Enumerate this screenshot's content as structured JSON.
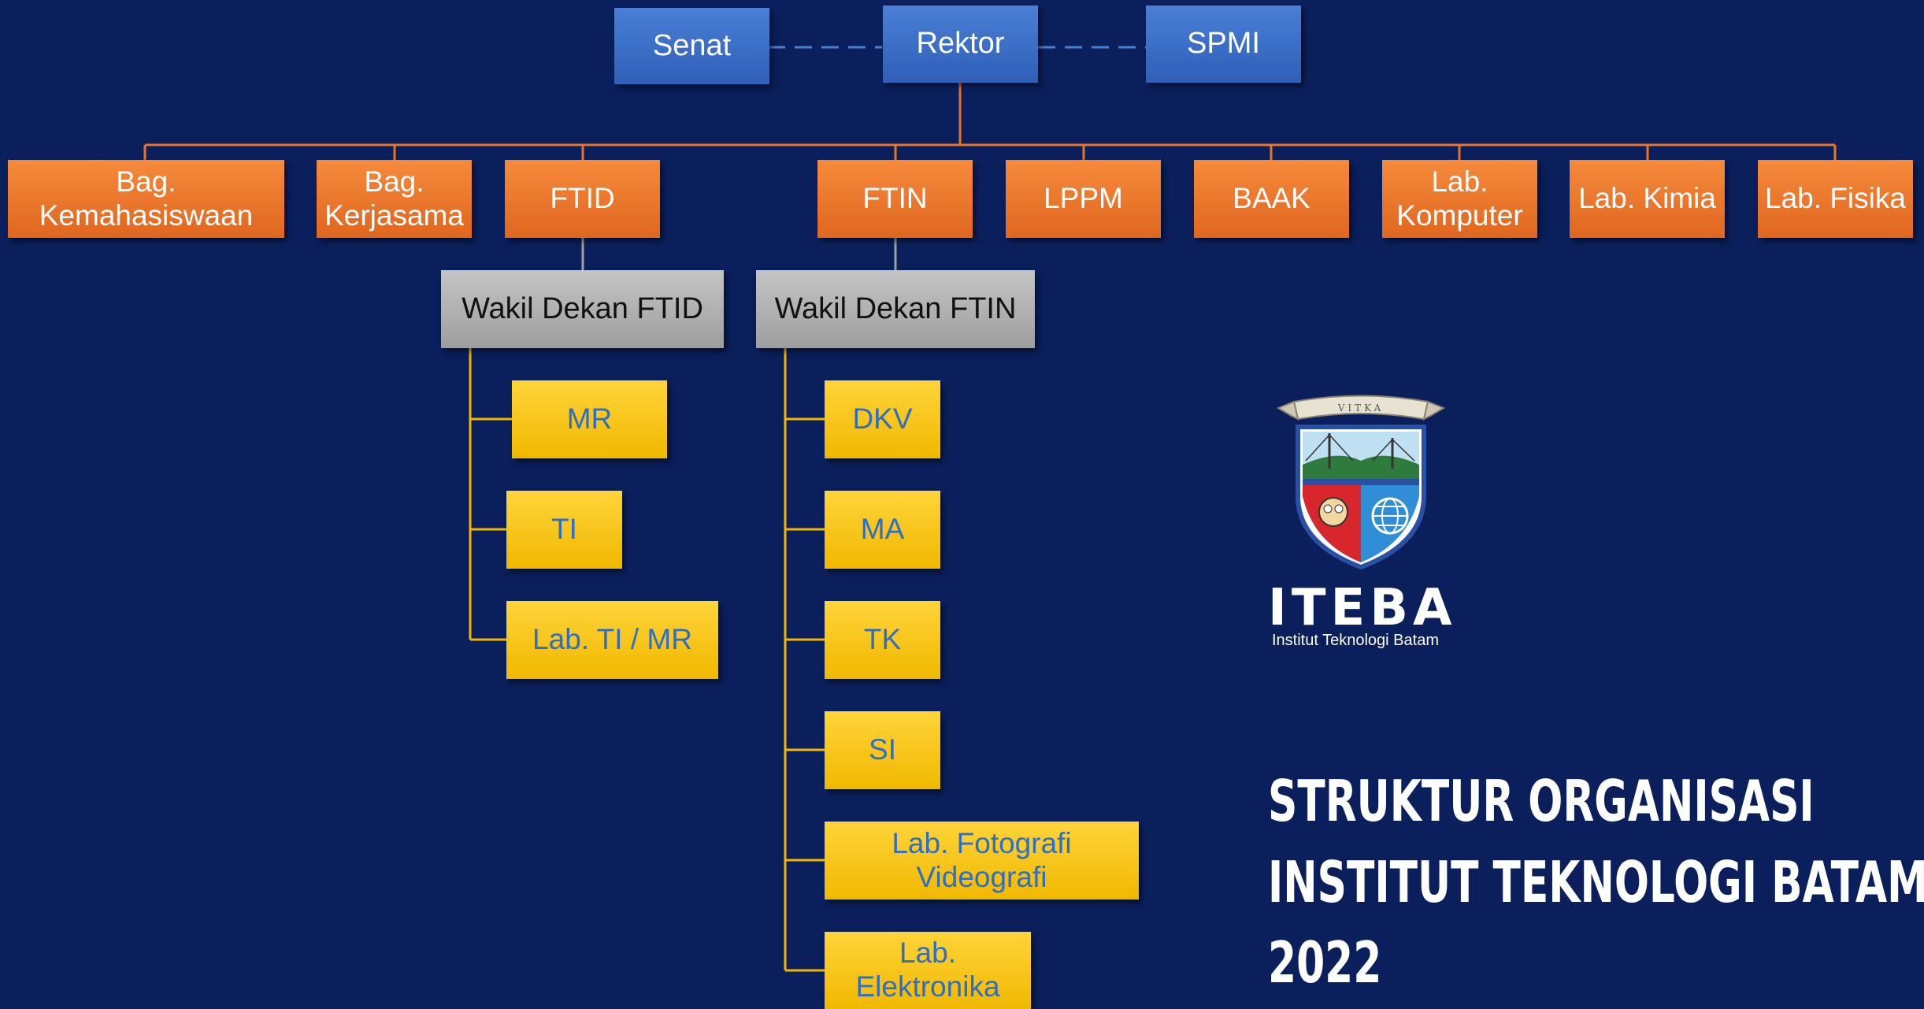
{
  "top_row": {
    "senat": "Senat",
    "rektor": "Rektor",
    "spmi": "SPMI"
  },
  "units": {
    "kemahasiswaan": "Bag.\nKemahasiswaan",
    "kerjasama": "Bag.\nKerjasama",
    "ftid": "FTID",
    "ftin": "FTIN",
    "lppm": "LPPM",
    "baak": "BAAK",
    "lab_komputer": "Lab.\nKomputer",
    "lab_kimia": "Lab. Kimia",
    "lab_fisika": "Lab. Fisika"
  },
  "deputies": {
    "ftid": "Wakil Dekan FTID",
    "ftin": "Wakil Dekan FTIN"
  },
  "ftid_programs": {
    "mr": "MR",
    "ti": "TI",
    "lab_ti_mr": "Lab. TI / MR"
  },
  "ftin_programs": {
    "dkv": "DKV",
    "ma": "MA",
    "tk": "TK",
    "si": "SI",
    "lab_foto": "Lab. Fotografi\nVideografi",
    "lab_elektronika": "Lab.\nElektronika"
  },
  "logo": {
    "banner": "VITKA",
    "wordmark": "ITEBA",
    "subtitle": "Institut Teknologi Batam"
  },
  "title_lines": [
    "STRUKTUR ORGANISASI",
    "INSTITUT TEKNOLOGI BATAM",
    "2022"
  ],
  "colors": {
    "background": "#0b1f5c",
    "blue_box": "#2f5fb8",
    "orange_box": "#e0661f",
    "gray_box": "#9e9e9e",
    "yellow_box": "#f0b800",
    "orange_line": "#e8742a",
    "yellow_line": "#f0b800",
    "dashed_line": "#4a7fd6"
  }
}
